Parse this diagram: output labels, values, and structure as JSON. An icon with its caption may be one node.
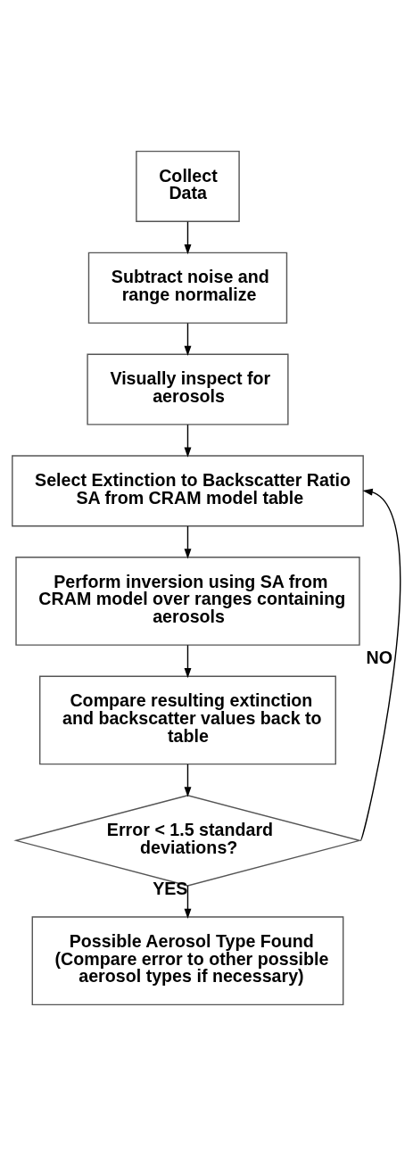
{
  "diagram": {
    "nodes": [
      {
        "text": [
          "Collect Data"
        ]
      },
      {
        "text": [
          "Subtract noise and range normalize"
        ]
      },
      {
        "text": [
          "Visually inspect for aerosols"
        ]
      },
      {
        "text": [
          "Select Extinction to Backscatter Ratio SA from CRAM model table"
        ]
      },
      {
        "text": [
          "Perform inversion using SA from CRAM model over ranges containing aerosols"
        ]
      },
      {
        "text": [
          "Compare resulting extinction and backscatter values back to table"
        ]
      },
      {
        "text": [
          "Error < 1.5 standard deviations?"
        ]
      },
      {
        "text": [
          "Possible Aerosol Type Found",
          "(Compare error to other possible aerosol types if necessary)"
        ]
      }
    ],
    "edges": [
      {
        "from": 0,
        "to": 1,
        "arrow": "to"
      },
      {
        "from": 1,
        "to": 2,
        "arrow": "to"
      },
      {
        "from": 2,
        "to": 3,
        "arrow": "to"
      },
      {
        "from": 3,
        "to": 4,
        "arrow": "to"
      },
      {
        "from": 4,
        "to": 5,
        "arrow": "to"
      },
      {
        "from": 5,
        "to": 6,
        "arrow": "to"
      },
      {
        "from": 6,
        "to": 3,
        "arrow": "to",
        "label": "NO"
      },
      {
        "from": 6,
        "to": 7,
        "arrow": "to",
        "label": "YES"
      }
    ]
  }
}
